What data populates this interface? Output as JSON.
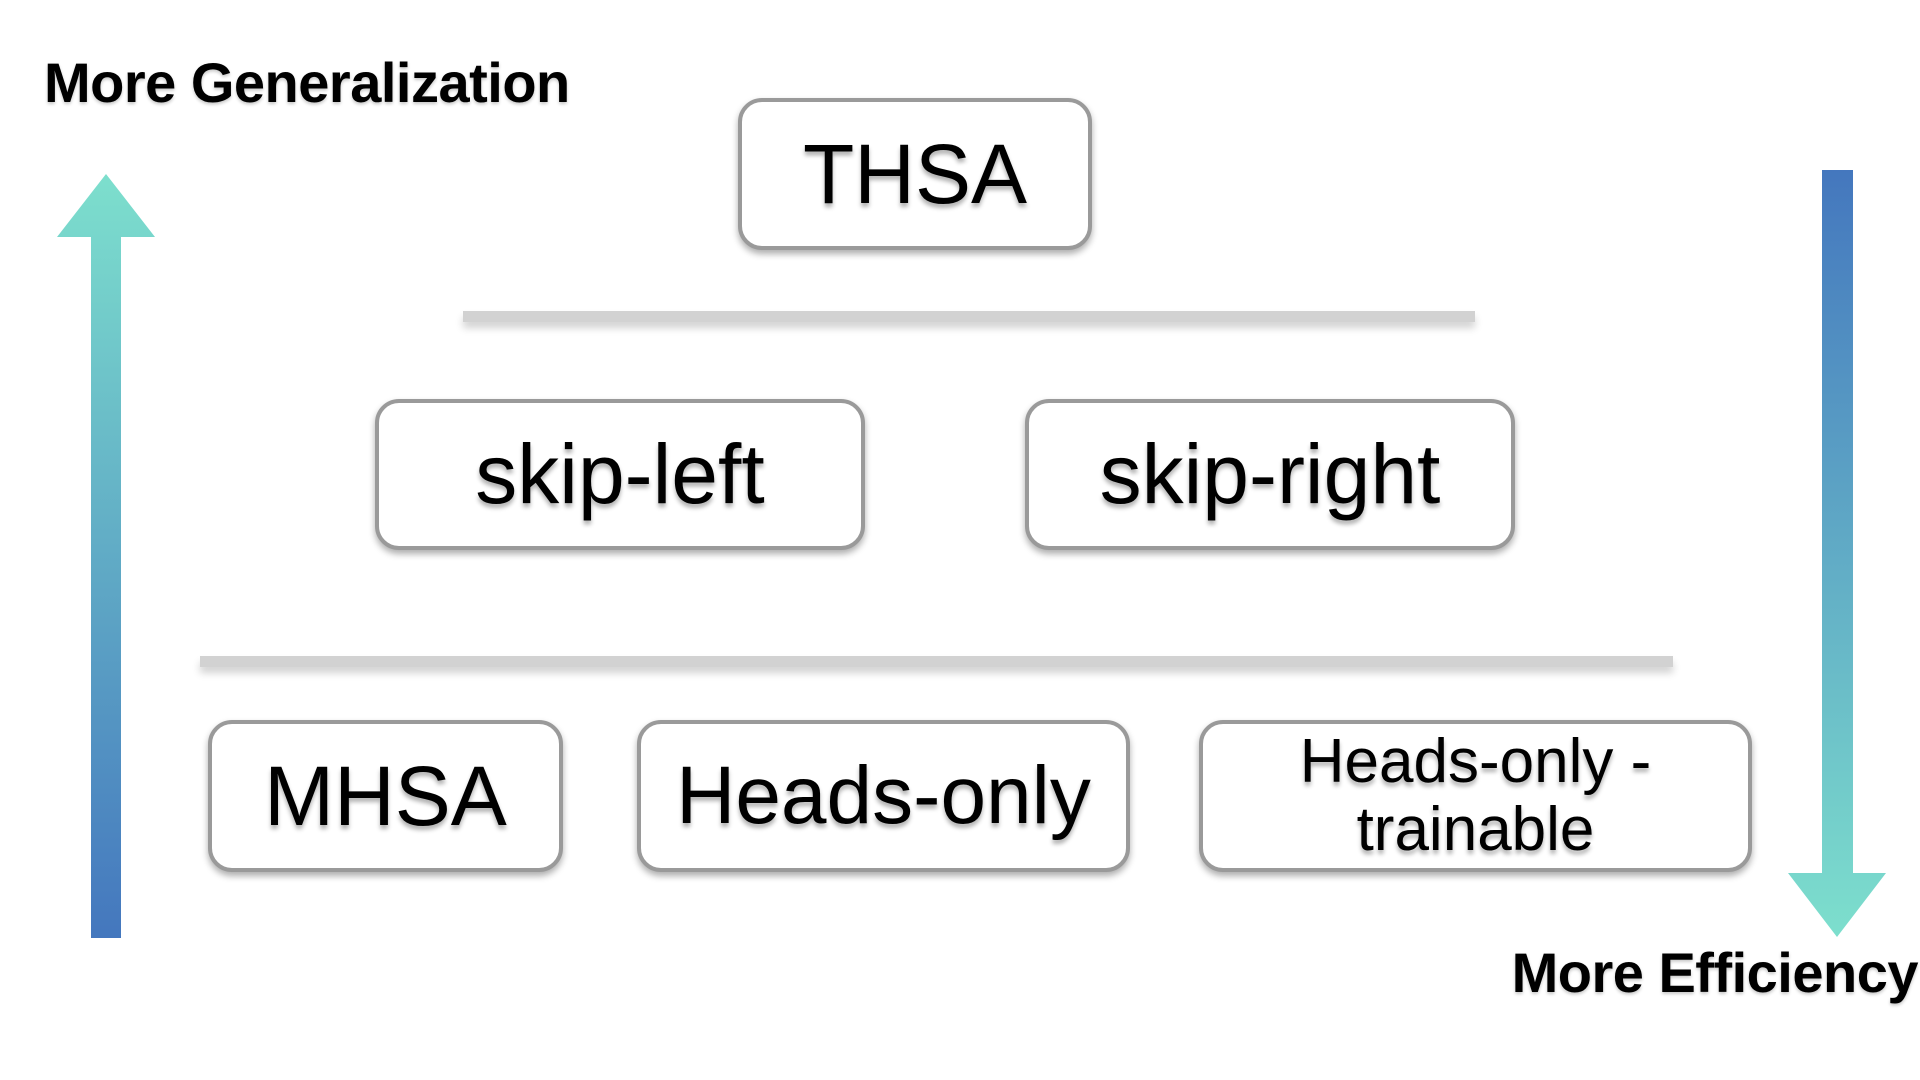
{
  "axes": {
    "generalization": "More Generalization",
    "efficiency": "More Efficiency"
  },
  "nodes": {
    "thsa": "THSA",
    "skip_left": "skip-left",
    "skip_right": "skip-right",
    "mhsa": "MHSA",
    "heads_only": "Heads-only",
    "heads_only_trainable": {
      "line1": "Heads-only -",
      "line2": "trainable"
    }
  },
  "icons": {
    "up_arrow": "up-arrow-icon",
    "down_arrow": "down-arrow-icon"
  },
  "colors": {
    "arrow_teal": "#7DDFCD",
    "arrow_blue": "#4477BE",
    "divider_gray": "#D2D2D2",
    "node_border_gray": "#9A9A9A",
    "text_black": "#000000",
    "background": "#FFFFFF"
  }
}
